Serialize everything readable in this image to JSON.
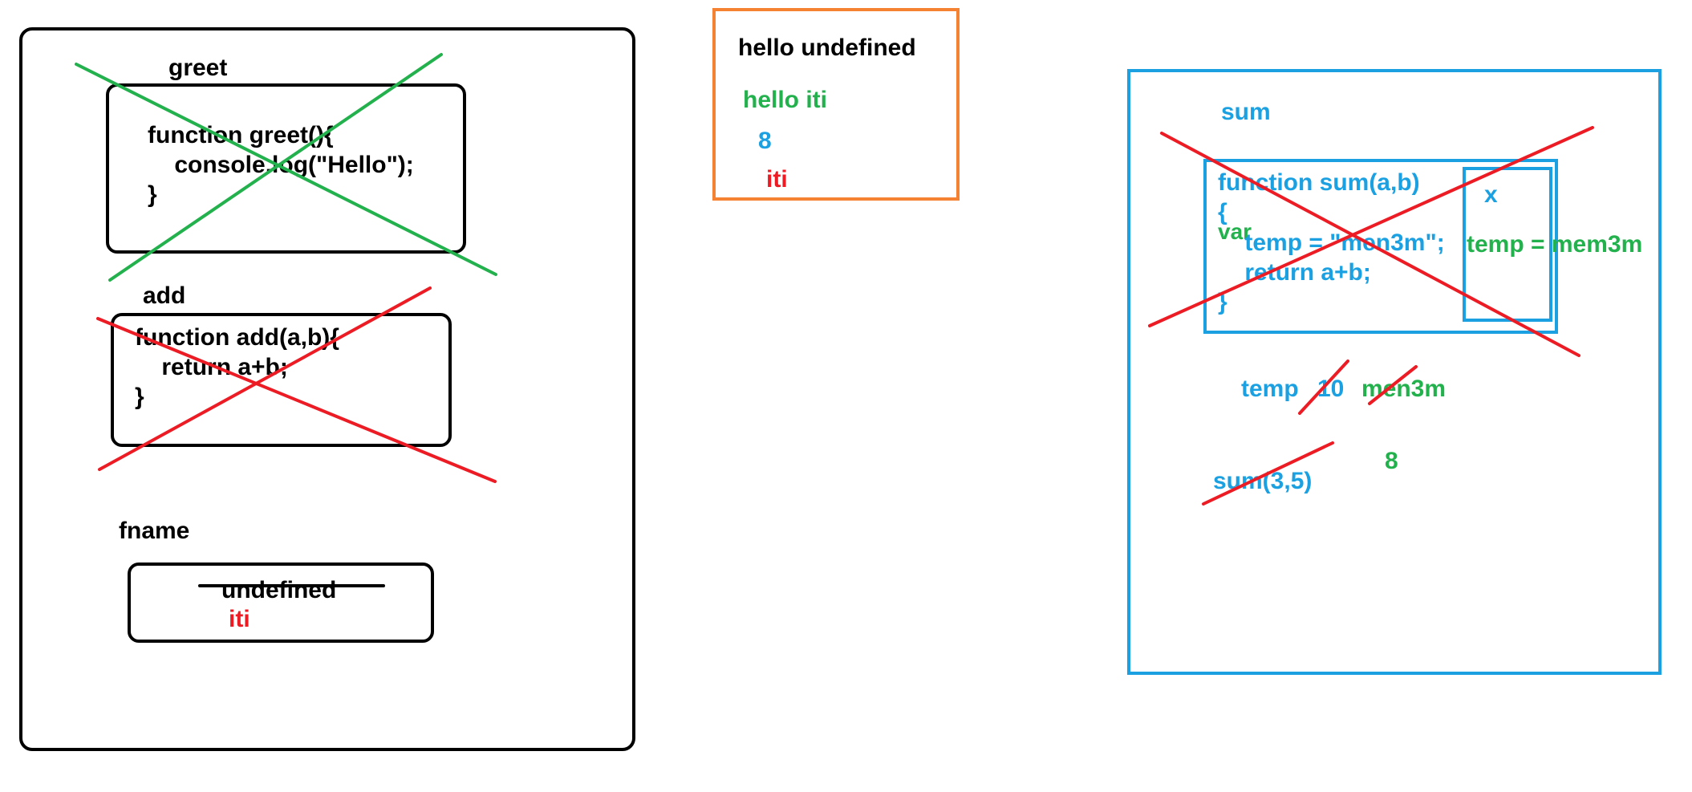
{
  "colors": {
    "black": "#000000",
    "green": "#22b14c",
    "blue": "#1ba1e2",
    "red": "#ed1c24",
    "orange": "#f58232"
  },
  "memory": {
    "greet": {
      "label": "greet",
      "code": "function greet(){\n    console.log(\"Hello\");\n}"
    },
    "add": {
      "label": "add",
      "code": "function add(a,b){\n    return a+b;\n}"
    },
    "fname": {
      "label": "fname",
      "old_value": "undefined",
      "new_value": "iti"
    }
  },
  "console": {
    "line1": "hello undefined",
    "line2": "hello iti",
    "line3": "8",
    "line4": "iti"
  },
  "sum_scope": {
    "label": "sum",
    "code_line1": "function sum(a,b)",
    "code_line2": "{",
    "code_var": "var",
    "code_line3": "    temp = \"men3m\";",
    "code_line4": "    return a+b;",
    "code_line5": "}",
    "inner_label": "x",
    "inner_note": "temp = mem3m",
    "temp_label": "temp",
    "temp_old": "10",
    "temp_new": "men3m",
    "call": "sum(3,5)",
    "result": "8"
  }
}
